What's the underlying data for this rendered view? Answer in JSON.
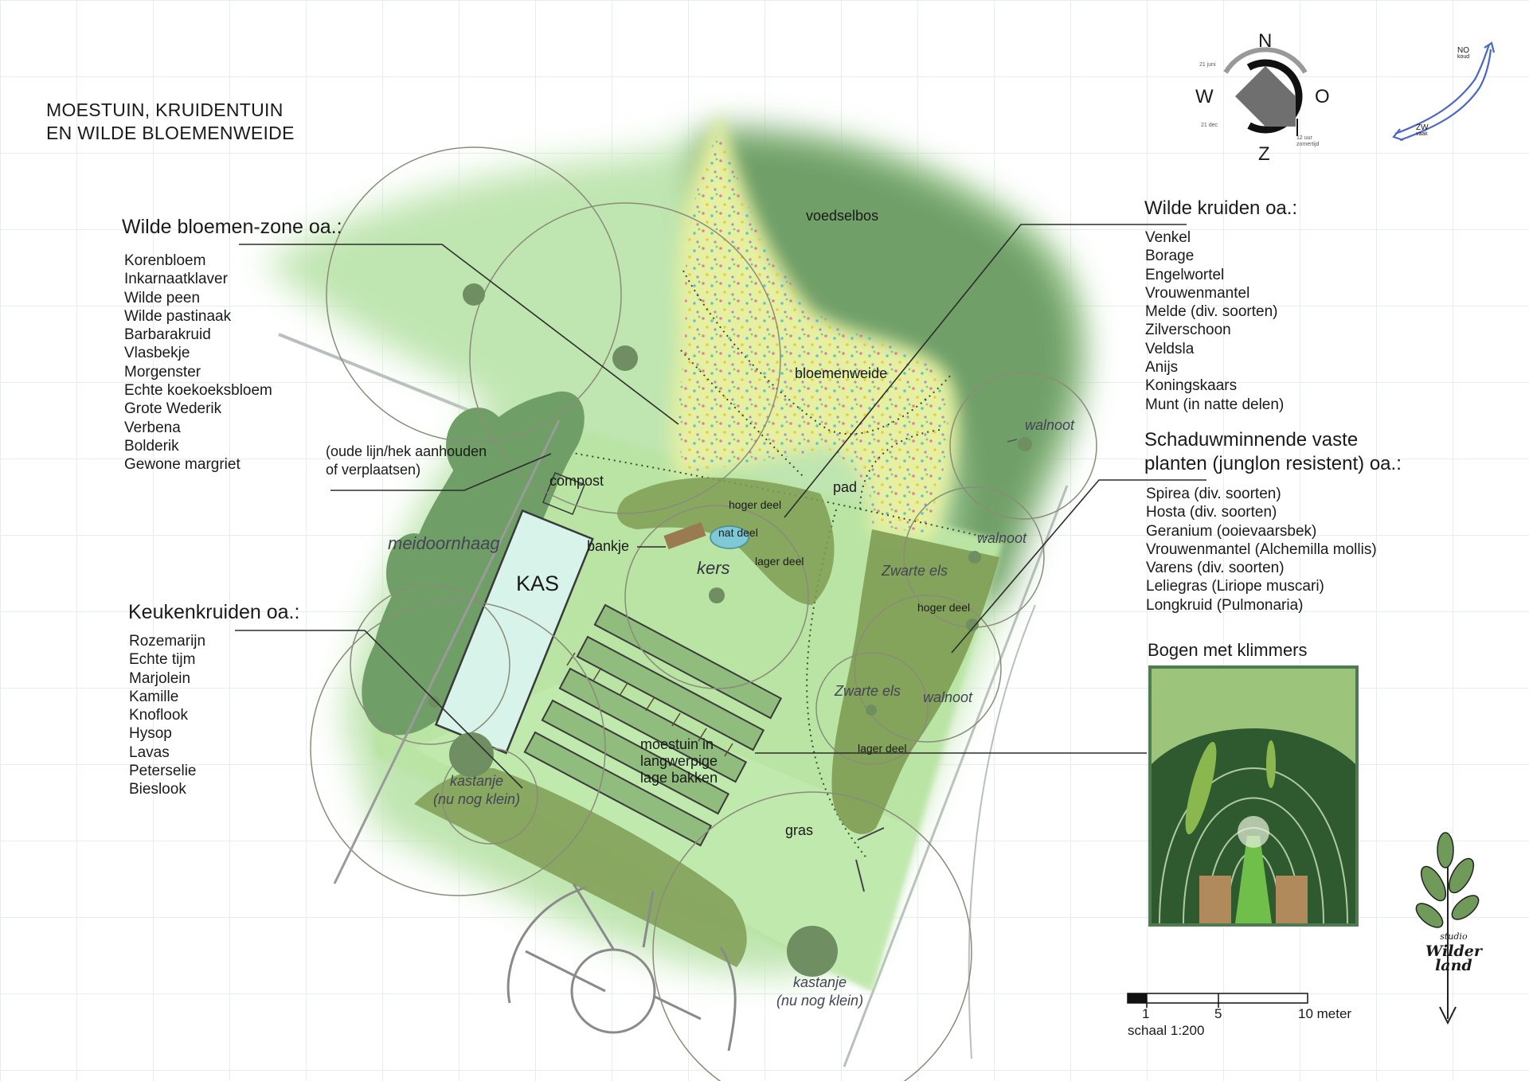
{
  "title": {
    "line1": "MOESTUIN, KRUIDENTUIN",
    "line2": "EN WILDE BLOEMENWEIDE"
  },
  "sections": {
    "wilde_bloemen": {
      "title": "Wilde bloemen-zone oa.:",
      "items": [
        "Korenbloem",
        "Inkarnaatklaver",
        "Wilde peen",
        "Wilde pastinaak",
        "Barbarakruid",
        "Vlasbekje",
        "Morgenster",
        "Echte koekoeksbloem",
        "Grote Wederik",
        "Verbena",
        "Bolderik",
        "Gewone margriet"
      ]
    },
    "keukenkruiden": {
      "title": "Keukenkruiden oa.:",
      "items": [
        "Rozemarijn",
        "Echte tijm",
        "Marjolein",
        "Kamille",
        "Knoflook",
        "Hysop",
        "Lavas",
        "Peterselie",
        "Bieslook"
      ]
    },
    "wilde_kruiden": {
      "title": "Wilde kruiden oa.:",
      "items": [
        "Venkel",
        "Borage",
        "Engelwortel",
        "Vrouwenmantel",
        "Melde (div. soorten)",
        "Zilverschoon",
        "Veldsla",
        "Anijs",
        "Koningskaars",
        "Munt (in natte delen)"
      ]
    },
    "schaduw": {
      "title_line1": "Schaduwminnende vaste",
      "title_line2": "planten (junglon resistent) oa.:",
      "items": [
        "Spirea (div. soorten)",
        "Hosta (div. soorten)",
        "Geranium (ooievaarsbek)",
        "Vrouwenmantel (Alchemilla mollis)",
        "Varens (div. soorten)",
        "Leliegras (Liriope muscari)",
        "Longkruid (Pulmonaria)"
      ]
    },
    "bogen": {
      "title": "Bogen met klimmers"
    }
  },
  "map_labels": {
    "voedselbos": "voedselbos",
    "bloemenweide": "bloemenweide",
    "pad": "pad",
    "walnoot1": "walnoot",
    "walnoot2": "walnoot",
    "walnoot3": "walnoot",
    "zwarte_els1": "Zwarte els",
    "zwarte_els2": "Zwarte els",
    "hoger_deel1": "hoger deel",
    "hoger_deel2": "hoger deel",
    "nat_deel": "nat deel",
    "lager_deel1": "lager deel",
    "lager_deel2": "lager deel",
    "compost": "compost",
    "oude_lijn1": "(oude lijn/hek aanhouden",
    "oude_lijn2": "of verplaatsen)",
    "meidoornhaag": "meidoornhaag",
    "bankje": "bankje",
    "kas": "KAS",
    "kers": "kers",
    "moestuin1": "moestuin in",
    "moestuin2": "langwerpige",
    "moestuin3": "lage bakken",
    "gras": "gras",
    "kastanje1a": "kastanje",
    "kastanje1b": "(nu nog klein)",
    "kastanje2a": "kastanje",
    "kastanje2b": "(nu nog klein)"
  },
  "compass": {
    "n": "N",
    "o": "O",
    "z": "Z",
    "w": "W",
    "note_juni": "21 juni",
    "note_dec": "21 dec",
    "note_zomertijd_1": "12 uur",
    "note_zomertijd_2": "zomertijd"
  },
  "wind": {
    "no_1": "NO",
    "no_2": "koud",
    "zw_1": "ZW",
    "zw_2": "vaak"
  },
  "scale": {
    "tick1": "1",
    "tick5": "5",
    "tick10": "10 meter",
    "label": "schaal 1:200"
  },
  "logo": {
    "line1": "studio",
    "line2": "Wilder",
    "line3": "land"
  },
  "colors": {
    "light_green": "#c6eab8",
    "mid_green": "#a7d58f",
    "dark_green": "#6b9a62",
    "olive": "#7e9a52",
    "meadow_yellow": "#e4ef9b",
    "water": "#7fc8d6"
  }
}
